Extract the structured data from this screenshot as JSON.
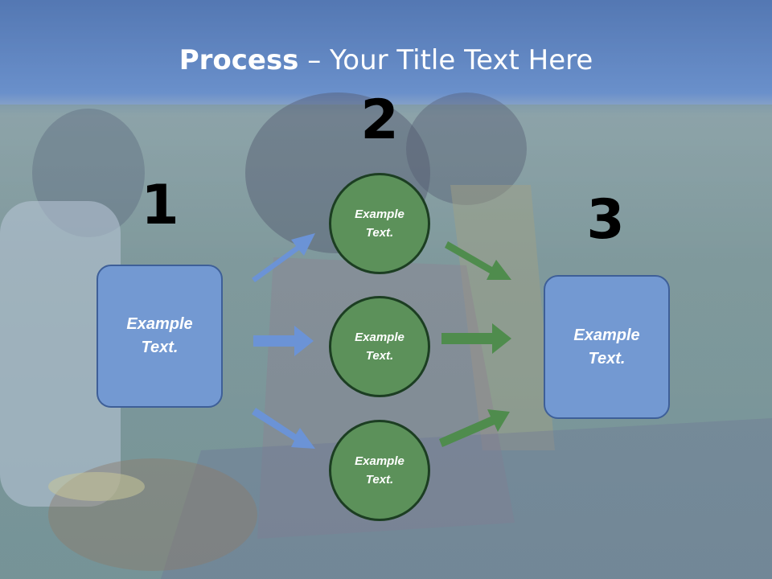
{
  "slide": {
    "title_bold": "Process",
    "title_rest": " – Your Title Text Here",
    "steps": [
      {
        "number": "1"
      },
      {
        "number": "2"
      },
      {
        "number": "3"
      }
    ],
    "left_box": {
      "text": "Example Text."
    },
    "circles": [
      {
        "text": "Example Text."
      },
      {
        "text": "Example Text."
      },
      {
        "text": "Example Text."
      }
    ],
    "right_box": {
      "text": "Example Text."
    }
  },
  "colors": {
    "header": "#4f77bd",
    "box_fill": "#7399d2",
    "circle_fill": "#5c915a",
    "blue_arrow": "#6b93d6",
    "green_arrow": "#4f8c4d"
  },
  "background": {
    "image": "family-picnic-photo"
  }
}
